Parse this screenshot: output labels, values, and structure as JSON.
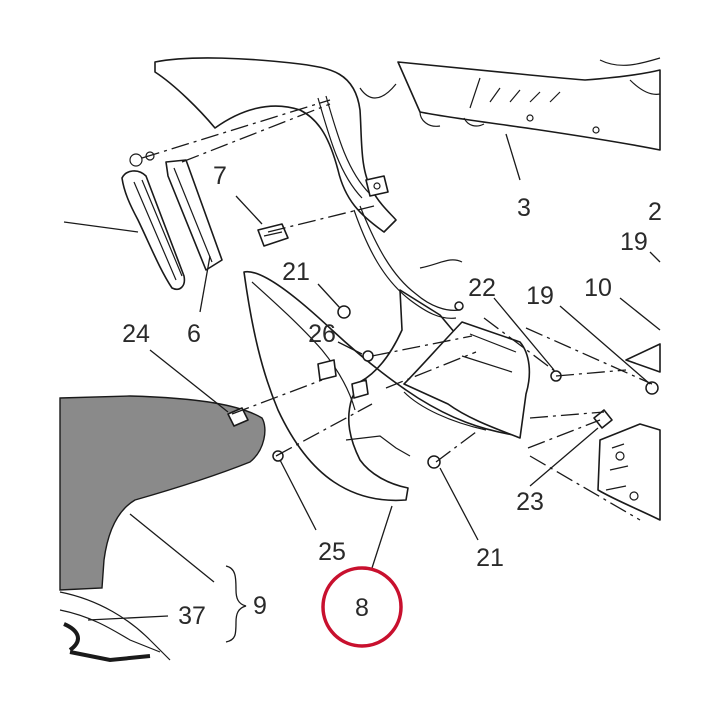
{
  "colors": {
    "highlight_ring": "#c8102e",
    "decal_fill": "#8a8a8a",
    "line": "#1a1a1a",
    "label": "#2a2a2a"
  },
  "callouts": {
    "p3": "3",
    "p2": "2",
    "p19a": "19",
    "p7": "7",
    "p21a": "21",
    "p22": "22",
    "p19b": "19",
    "p10": "10",
    "p24": "24",
    "p6": "6",
    "p26": "26",
    "p23": "23",
    "p25": "25",
    "p21b": "21",
    "p8": "8",
    "p37": "37",
    "p9": "9"
  },
  "highlighted_part": "8"
}
